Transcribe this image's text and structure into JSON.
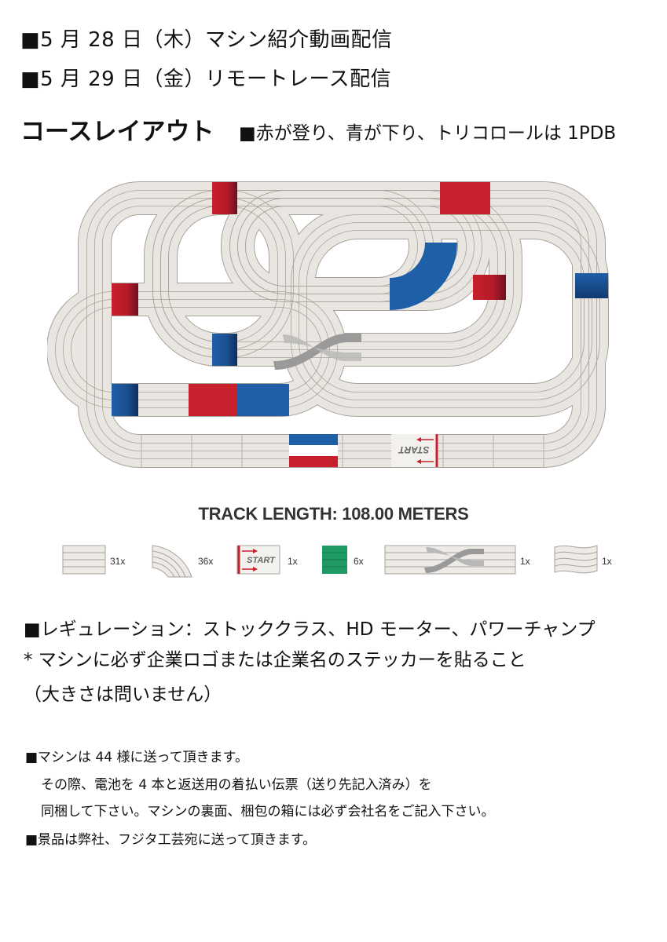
{
  "schedule": [
    "■5 月 28 日（木）マシン紹介動画配信",
    "■5 月 29 日（金）リモートレース配信"
  ],
  "layout": {
    "title": "コースレイアウト",
    "note": "■赤が登り、青が下り、トリコロールは 1PDB"
  },
  "track": {
    "length_label": "TRACK LENGTH: 108.00 METERS",
    "start_label": "START",
    "colors": {
      "track": "#e9e6e1",
      "line": "#a8a29c",
      "red": "#c8202c",
      "blue": "#1f5fa8",
      "green": "#1e9a62",
      "crossover": "#9a9a9a"
    }
  },
  "legend": [
    {
      "piece": "straight",
      "count": "31x"
    },
    {
      "piece": "curve",
      "count": "36x"
    },
    {
      "piece": "start",
      "count": "1x"
    },
    {
      "piece": "slope",
      "count": "6x"
    },
    {
      "piece": "crossover",
      "count": "1x"
    },
    {
      "piece": "wave",
      "count": "1x"
    }
  ],
  "regulation": [
    "■レギュレーション：ストッククラス、HD モーター、パワーチャンプ",
    "* マシンに必ず企業ロゴまたは企業名のステッカーを貼ること",
    "（大きさは問いません）"
  ],
  "shipping": [
    "■マシンは 44 様に送って頂きます。",
    "その際、電池を 4 本と返送用の着払い伝票（送り先記入済み）を",
    "同梱して下さい。マシンの裏面、梱包の箱には必ず会社名をご記入下さい。",
    "■景品は弊社、フジタ工芸宛に送って頂きます。"
  ]
}
